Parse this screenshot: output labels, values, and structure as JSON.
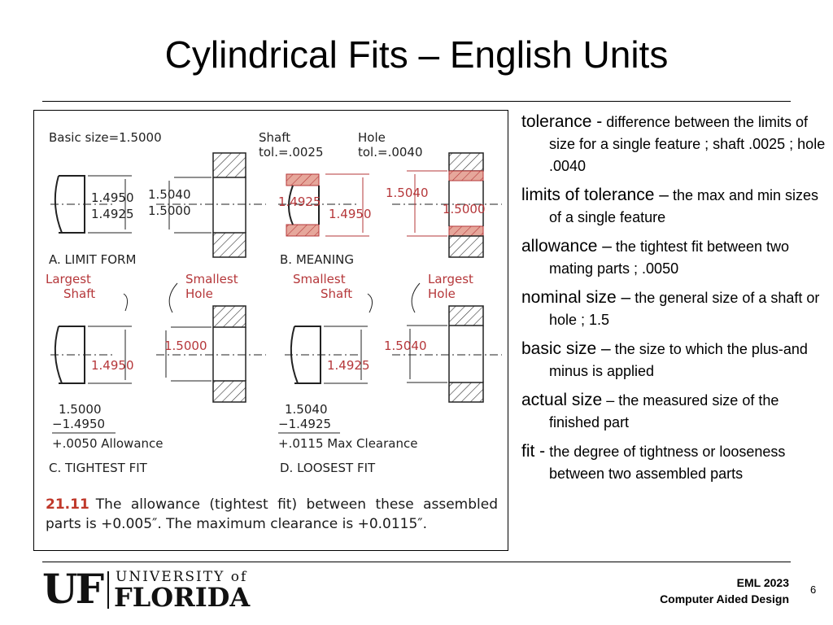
{
  "slide": {
    "title": "Cylindrical Fits – English Units",
    "page_number": "6"
  },
  "figure": {
    "basic_size": "Basic  size=1.5000",
    "shaft_tol": [
      "Shaft",
      "tol.=.0025"
    ],
    "hole_tol": [
      "Hole",
      "tol.=.0040"
    ],
    "a": {
      "shaft_dims": [
        "1.4950",
        "1.4925"
      ],
      "hole_dims": [
        "1.5040",
        "1.5000"
      ],
      "label": "A. LIMIT  FORM"
    },
    "b": {
      "shaft_dim": "1.4925",
      "hole_dim_left": "1.4950",
      "hole_dim_outer": "1.5040",
      "hole_dim_inner": "1.5000",
      "label": "B. MEANING"
    },
    "c": {
      "largest_shaft": [
        "Largest",
        "Shaft"
      ],
      "smallest_hole": [
        "Smallest",
        "Hole"
      ],
      "shaft_dim": "1.4950",
      "hole_dim": "1.5000",
      "calc": [
        "1.5000",
        "−1.4950",
        "+.0050  Allowance"
      ],
      "label": "C. TIGHTEST  FIT"
    },
    "d": {
      "smallest_shaft": [
        "Smallest",
        "Shaft"
      ],
      "largest_hole": [
        "Largest",
        "Hole"
      ],
      "shaft_dim": "1.4925",
      "hole_dim": "1.5040",
      "calc": [
        "1.5040",
        "−1.4925",
        "+.0115  Max  Clearance"
      ],
      "label": "D. LOOSEST  FIT"
    },
    "caption_number": "21.11",
    "caption_text": "The allowance (tightest fit) between these assembled parts is +0.005″. The maximum clearance is +0.0115″."
  },
  "definitions": [
    {
      "term": "tolerance -",
      "text": "difference between the limits of size for a single feature ; shaft .0025 ; hole .0040"
    },
    {
      "term": "limits of tolerance –",
      "text": "the max and min sizes of a single feature"
    },
    {
      "term": "allowance –",
      "text": "the tightest fit between two mating parts ; .0050"
    },
    {
      "term": "nominal size –",
      "text": "the general size of a shaft or hole ; 1.5"
    },
    {
      "term": "basic size –",
      "text": "the size to which the plus-and minus is applied"
    },
    {
      "term": "actual size",
      "text": "– the measured size of the finished part"
    },
    {
      "term": "fit -",
      "text": "the degree of tightness or looseness between two assembled parts"
    }
  ],
  "footer": {
    "logo_mark": "UF",
    "logo_univ": "UNIVERSITY of",
    "logo_state": "FLORIDA",
    "course_code": "EML 2023",
    "course_name": "Computer Aided Design"
  }
}
